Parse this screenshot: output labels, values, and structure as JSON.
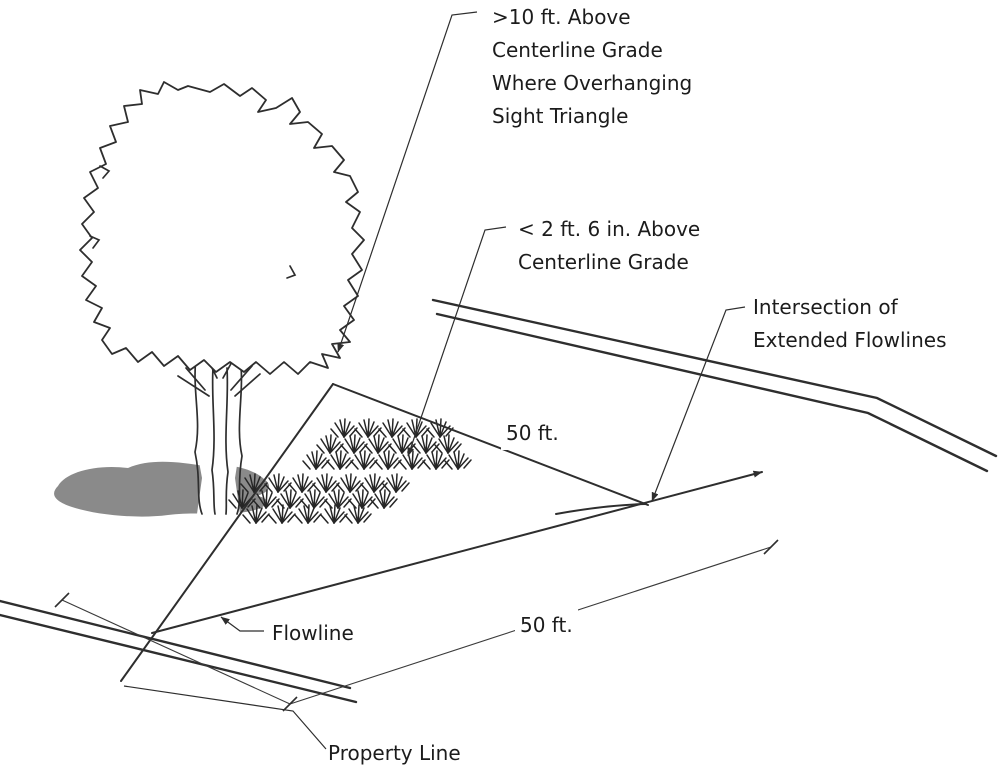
{
  "labels": {
    "overhang": ">10 ft. Above\nCenterline Grade\nWhere Overhanging\nSight Triangle",
    "clearance": "< 2 ft. 6 in. Above\nCenterline Grade",
    "intersection": "Intersection of\nExtended Flowlines",
    "dim_upper": "50 ft.",
    "dim_lower": "50 ft.",
    "flowline": "Flowline",
    "property_line": "Property Line"
  },
  "colors": {
    "line": "#2e2e2e",
    "thin_line": "#3a3a3a",
    "shadow": "#8a8a8a",
    "text": "#1c1c1c",
    "background": "#ffffff"
  }
}
